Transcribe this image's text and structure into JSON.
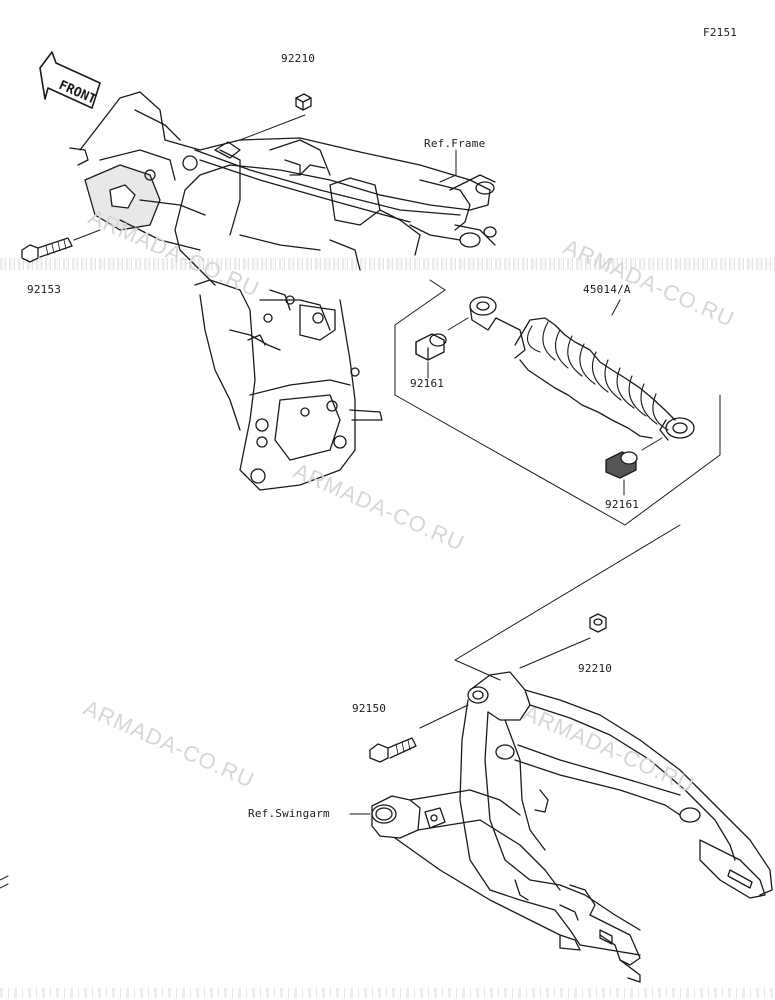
{
  "figure_code": "F2151",
  "front_label": "FRONT",
  "watermark": "ARMADA-CO.RU",
  "callouts": {
    "nut_top": "92210",
    "ref_frame": "Ref.Frame",
    "bolt_frame": "92153",
    "shock_absorber": "45014/A",
    "bushing_upper": "92161",
    "bushing_lower": "92161",
    "nut_lower": "92210",
    "bolt_swingarm": "92150",
    "ref_swingarm": "Ref.Swingarm"
  }
}
